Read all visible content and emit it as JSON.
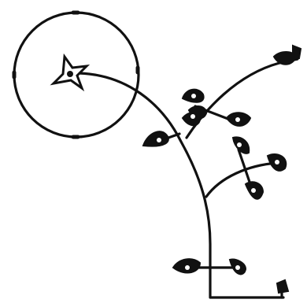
{
  "figure": {
    "ink_color": "#111111",
    "background_color": "#ffffff",
    "parts": [
      {
        "name": "circle",
        "icon": "circle-outline"
      },
      {
        "name": "star",
        "icon": "four-point-star-icon"
      },
      {
        "name": "main-stem",
        "icon": "curved-line"
      },
      {
        "name": "branches",
        "icon": "curved-line"
      },
      {
        "name": "leaves",
        "count": 13,
        "icon": "heart-leaf-icon"
      },
      {
        "name": "base-line",
        "icon": "angled-line"
      }
    ]
  }
}
